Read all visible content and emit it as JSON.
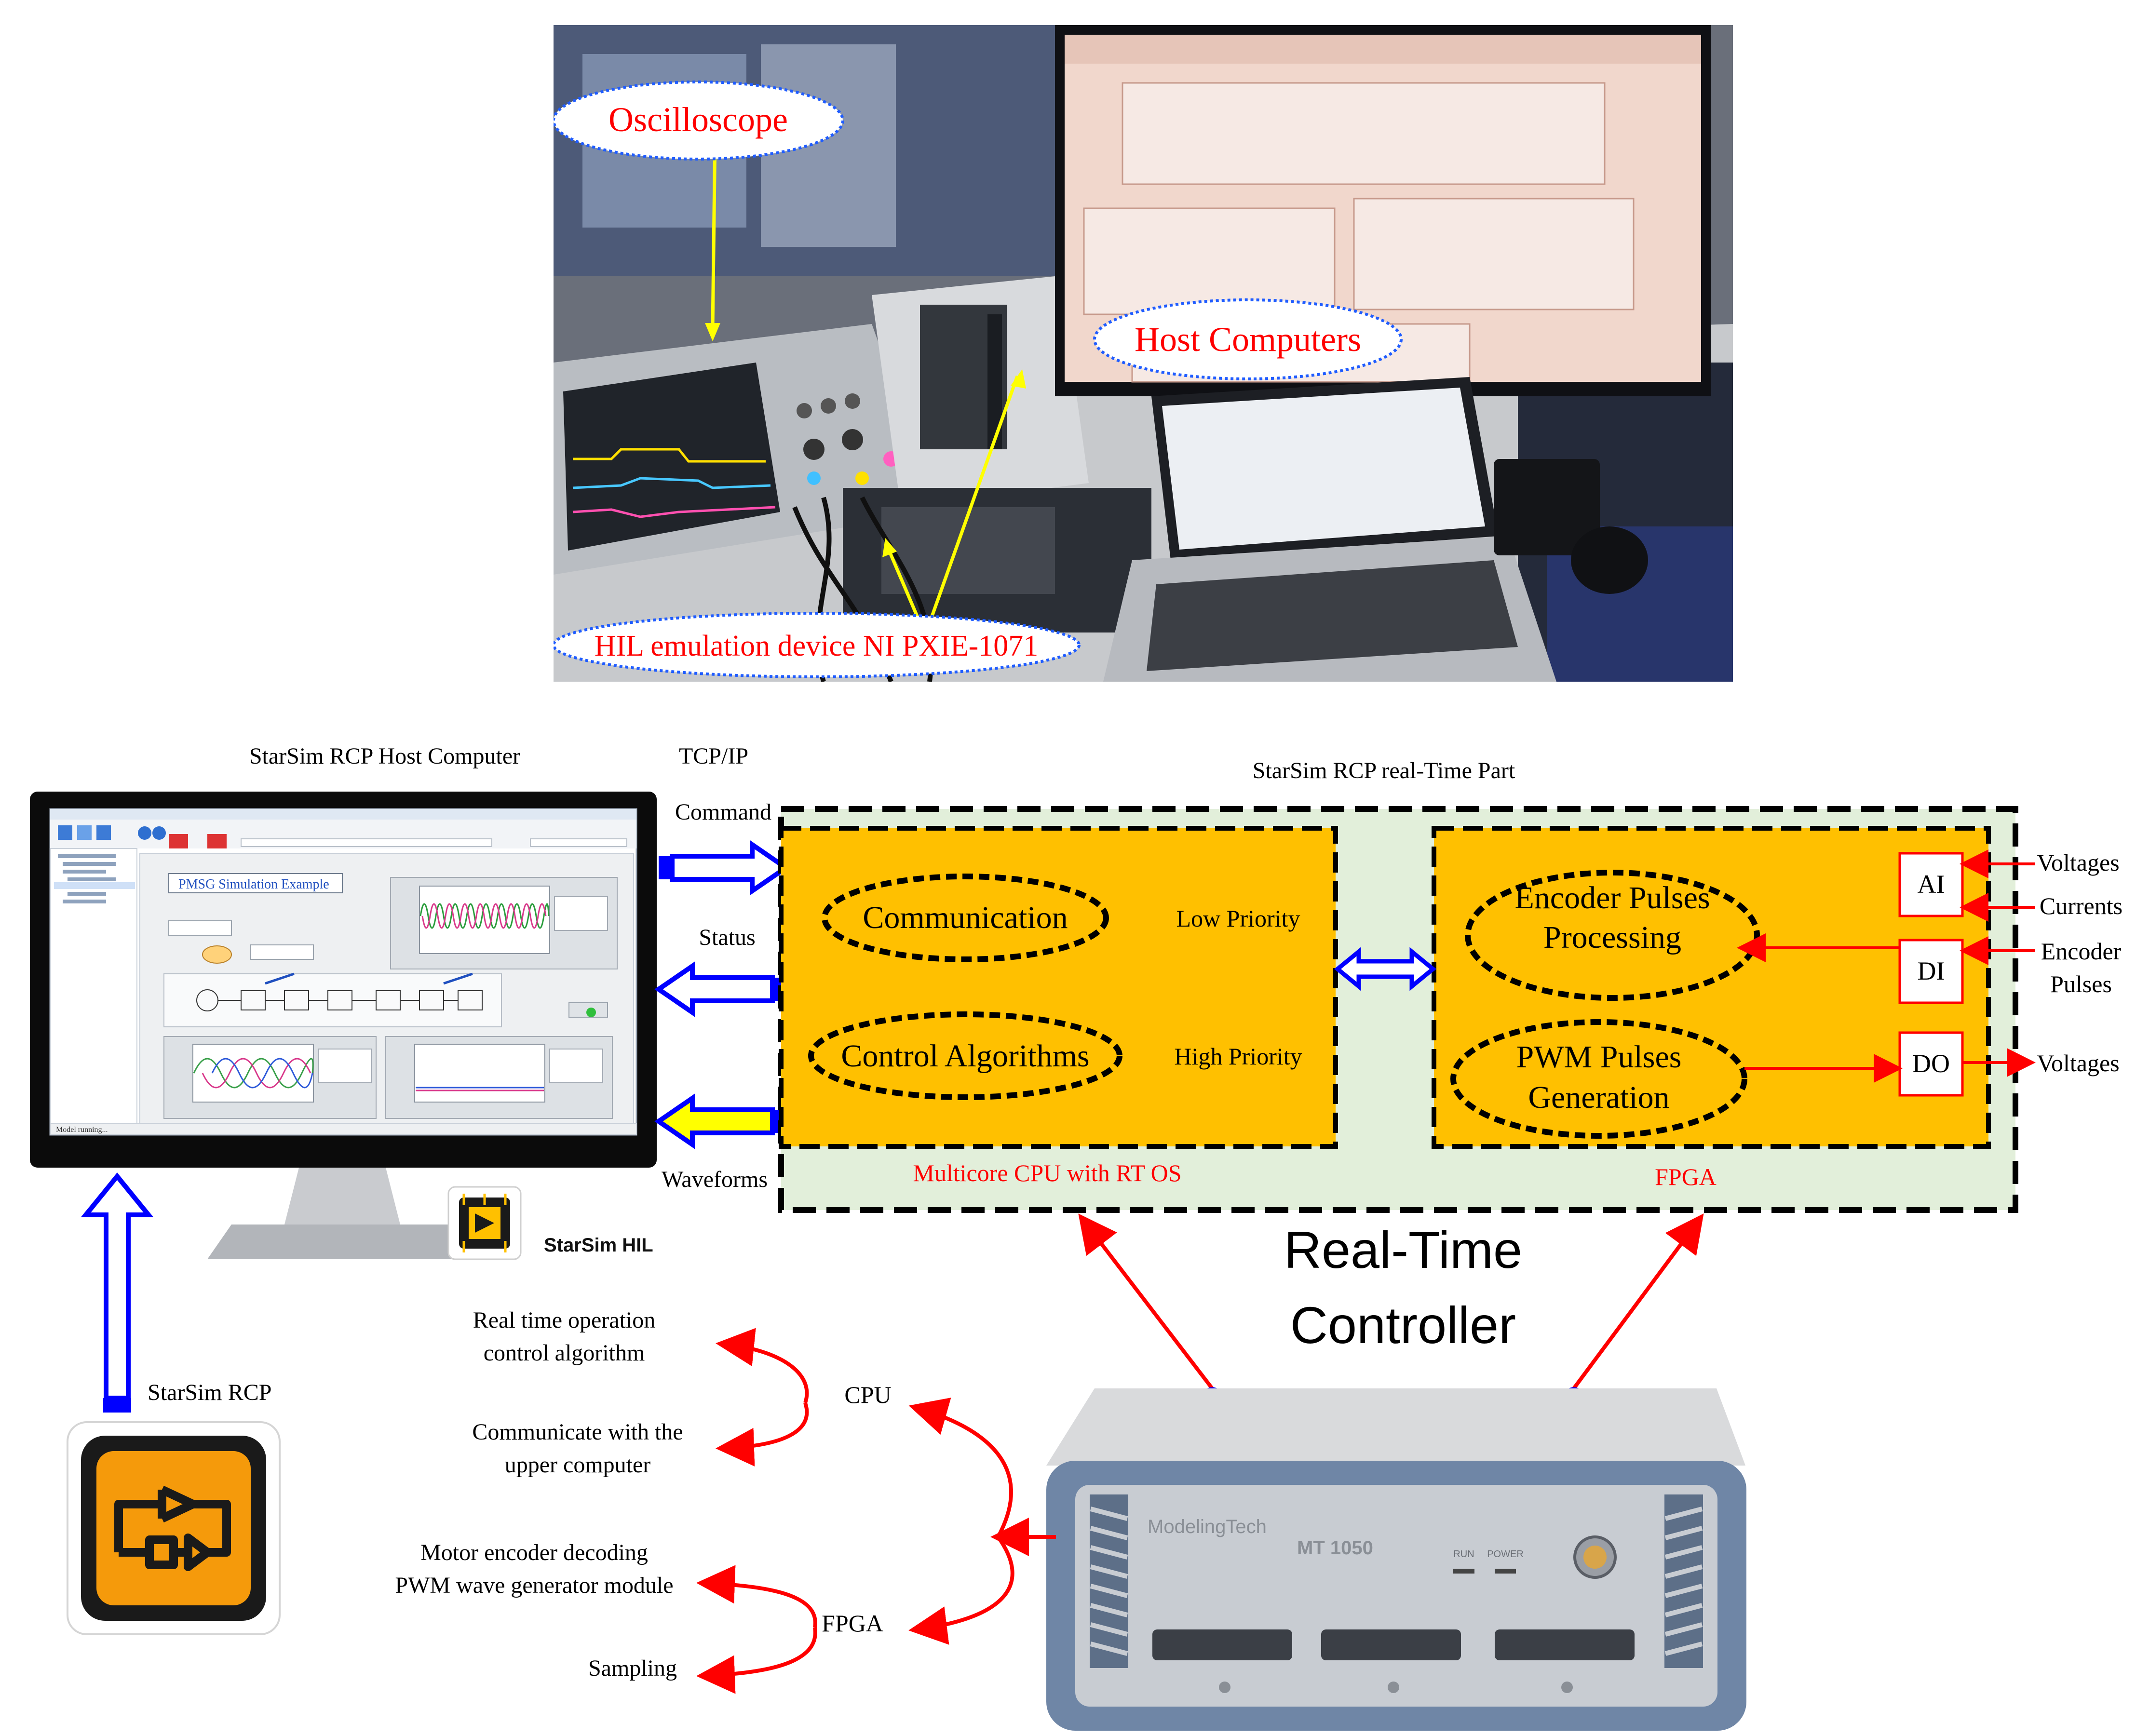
{
  "photo": {
    "callouts": {
      "oscilloscope": "Oscilloscope",
      "host_computers": "Host Computers",
      "hil_device": "HIL emulation device NI PXIE-1071"
    }
  },
  "host": {
    "title": "StarSim RCP Host Computer",
    "screen": {
      "app_title": "PMSG Simulation Example",
      "status_bar": "Model running..."
    },
    "hil_logo_label": "StarSim HIL",
    "rcp_label": "StarSim RCP"
  },
  "links": {
    "tcpip": "TCP/IP",
    "command": "Command",
    "status": "Status",
    "waveforms": "Waveforms"
  },
  "rt_part": {
    "title": "StarSim RCP real-Time Part",
    "cpu_box": {
      "communication": "Communication",
      "low_priority": "Low Priority",
      "control_algorithms": "Control Algorithms",
      "high_priority": "High Priority",
      "caption": "Multicore CPU with RT OS"
    },
    "fpga_box": {
      "encoder_line1": "Encoder Pulses",
      "encoder_line2": "Processing",
      "pwm_line1": "PWM Pulses",
      "pwm_line2": "Generation",
      "caption": "FPGA",
      "ports": [
        "AI",
        "DI",
        "DO"
      ]
    },
    "io": {
      "voltages_in": "Voltages",
      "currents": "Currents",
      "encoder_line1": "Encoder",
      "encoder_line2": "Pulses",
      "voltages_out": "Voltages"
    }
  },
  "controller": {
    "title_line1": "Real-Time",
    "title_line2": "Controller",
    "cpu": "CPU",
    "fpga": "FPGA",
    "cpu_tasks": [
      "Real time operation",
      "control algorithm",
      "Communicate with the",
      "upper computer"
    ],
    "fpga_tasks": [
      "Motor encoder decoding",
      "PWM wave generator module",
      "Sampling"
    ],
    "device_brand": "ModelingTech",
    "device_model": "MT 1050",
    "device_leds": [
      "RUN",
      "POWER"
    ]
  },
  "colors": {
    "orange": "#FFC000",
    "green_bg": "#E2EFDA",
    "red": "#FF0000",
    "blue": "#0000FF",
    "yellow": "#FFFF00"
  }
}
